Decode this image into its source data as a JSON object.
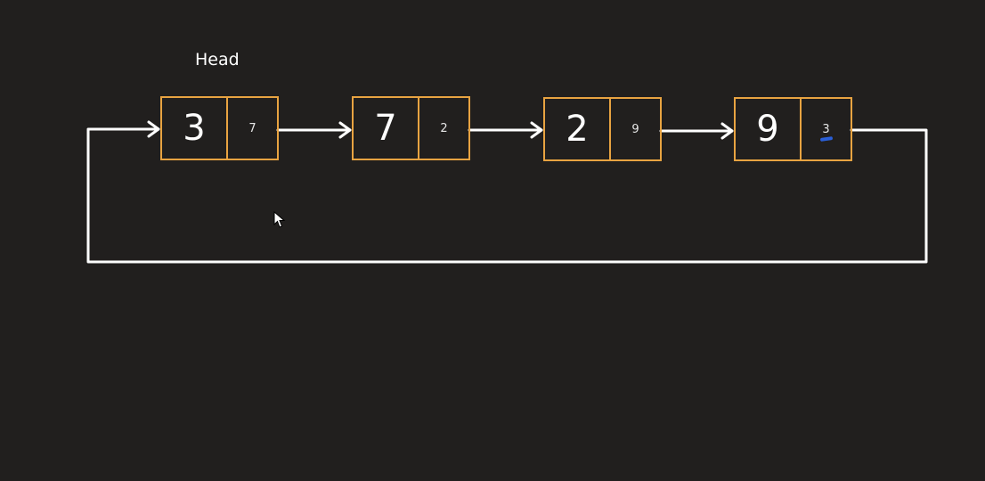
{
  "head_label": "Head",
  "colors": {
    "background": "#211f1e",
    "node_border": "#e8a341",
    "arrow": "#ffffff",
    "scribble": "#2a5fd8"
  },
  "nodes": [
    {
      "value": "3",
      "next": "7"
    },
    {
      "value": "7",
      "next": "2"
    },
    {
      "value": "2",
      "next": "9"
    },
    {
      "value": "9",
      "next": "3"
    }
  ]
}
